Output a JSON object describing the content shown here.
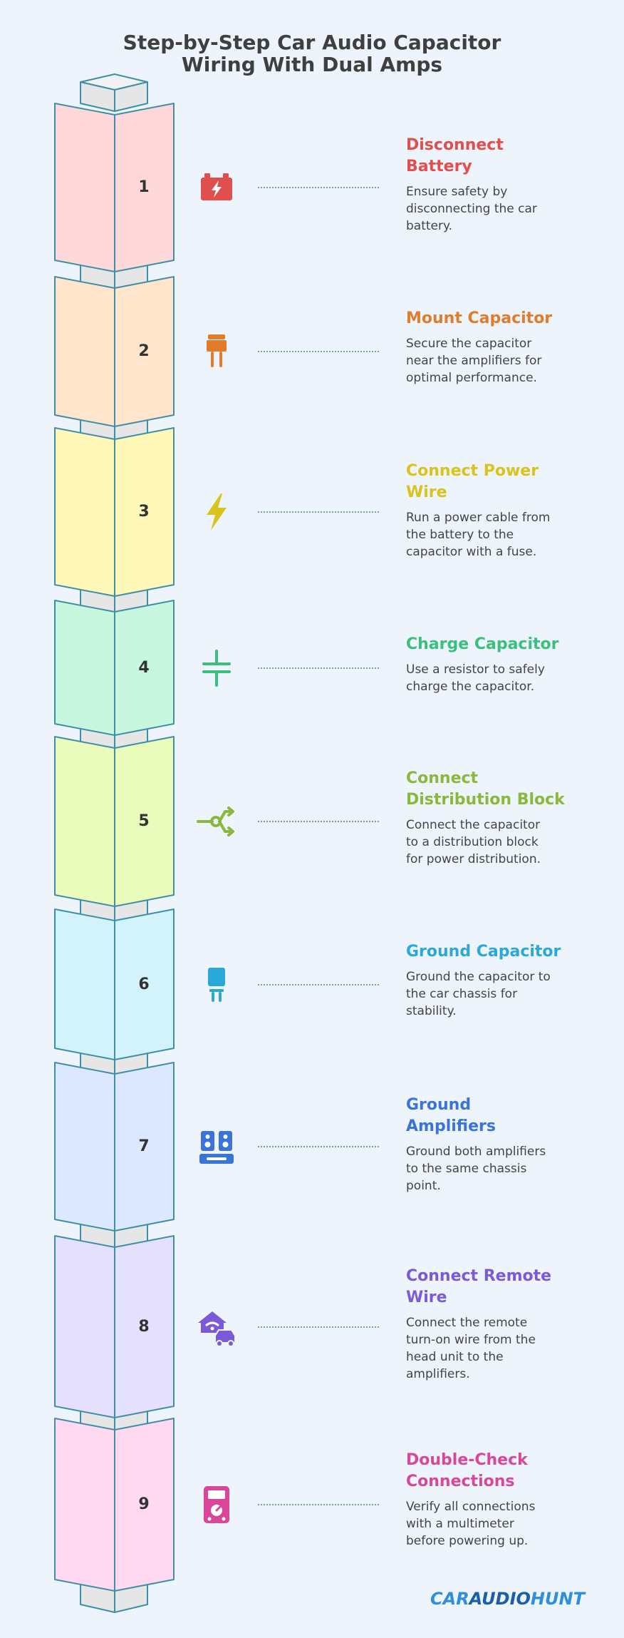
{
  "title": {
    "line1": "Step-by-Step Car Audio Capacitor",
    "line2": "Wiring With Dual Amps"
  },
  "steps": [
    {
      "num": "1",
      "title_lines": [
        "Disconnect",
        "Battery"
      ],
      "desc_lines": [
        "Ensure safety by",
        "disconnecting the car",
        "battery."
      ],
      "color": "#e04e4e",
      "block_fill": "#ffd9d9",
      "icon": "car-battery-icon"
    },
    {
      "num": "2",
      "title_lines": [
        "Mount Capacitor"
      ],
      "desc_lines": [
        "Secure the capacitor",
        "near the amplifiers for",
        "optimal performance."
      ],
      "color": "#e07c2c",
      "block_fill": "#ffe5cc",
      "icon": "capacitor-component-icon"
    },
    {
      "num": "3",
      "title_lines": [
        "Connect Power",
        "Wire"
      ],
      "desc_lines": [
        "Run a power cable from",
        "the battery to the",
        "capacitor with a fuse."
      ],
      "color": "#d8c41c",
      "block_fill": "#fff8b8",
      "icon": "lightning-bolt-icon"
    },
    {
      "num": "4",
      "title_lines": [
        "Charge Capacitor"
      ],
      "desc_lines": [
        "Use a resistor to safely",
        "charge the capacitor."
      ],
      "color": "#3cbf7c",
      "block_fill": "#c8f7e0",
      "icon": "capacitor-symbol-icon"
    },
    {
      "num": "5",
      "title_lines": [
        "Connect",
        "Distribution Block"
      ],
      "desc_lines": [
        "Connect the capacitor",
        "to a distribution block",
        "for power distribution."
      ],
      "color": "#8ab83a",
      "block_fill": "#eafcbc",
      "icon": "split-arrows-icon"
    },
    {
      "num": "6",
      "title_lines": [
        "Ground Capacitor"
      ],
      "desc_lines": [
        "Ground the capacitor to",
        "the car chassis for",
        "stability."
      ],
      "color": "#2aa8d8",
      "block_fill": "#d2f3fb",
      "icon": "ground-capacitor-icon"
    },
    {
      "num": "7",
      "title_lines": [
        "Ground",
        "Amplifiers"
      ],
      "desc_lines": [
        "Ground both amplifiers",
        "to the same chassis",
        "point."
      ],
      "color": "#3a74d8",
      "block_fill": "#dbe8ff",
      "icon": "amplifier-speakers-icon"
    },
    {
      "num": "8",
      "title_lines": [
        "Connect Remote",
        "Wire"
      ],
      "desc_lines": [
        "Connect the remote",
        "turn-on wire from the",
        "head unit to the",
        "amplifiers."
      ],
      "color": "#7b5ad8",
      "block_fill": "#e6e0ff",
      "icon": "remote-car-icon"
    },
    {
      "num": "9",
      "title_lines": [
        "Double-Check",
        "Connections"
      ],
      "desc_lines": [
        "Verify all connections",
        "with a multimeter",
        "before powering up."
      ],
      "color": "#d8479a",
      "block_fill": "#ffd9f0",
      "icon": "multimeter-icon"
    }
  ],
  "brand": {
    "part1": "CAR",
    "part2": "AUDIO",
    "part3": "HUNT"
  },
  "colors": {
    "outline": "#3f8fa8",
    "post_fill": "#e6e6e6",
    "background": "#eef4fc",
    "text": "#3f3f3f"
  }
}
